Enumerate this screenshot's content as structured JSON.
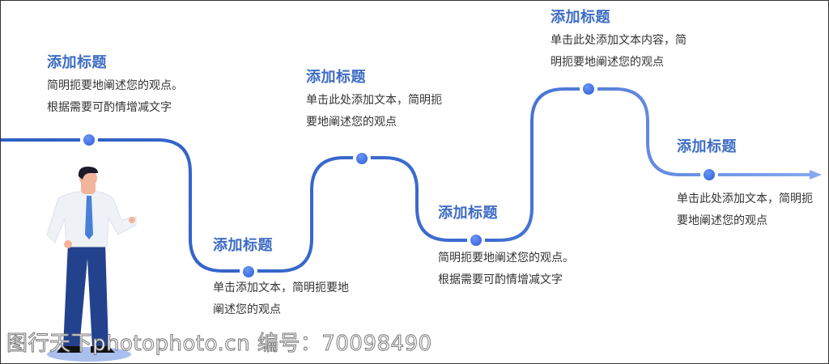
{
  "colors": {
    "line_start": "#2f5fc4",
    "line_end": "#7fa3ec",
    "title": "#3d6cc4",
    "node": "#3b6fe0"
  },
  "steps": [
    {
      "title": "添加标题",
      "lines": [
        "简明扼要地阐述您的观点。",
        "根据需要可酌情增减文字"
      ]
    },
    {
      "title": "添加标题",
      "lines": [
        "单击添加文本，简明扼要地",
        "阐述您的观点"
      ]
    },
    {
      "title": "添加标题",
      "lines": [
        "单击此处添加文本，简明扼",
        "要地阐述您的观点"
      ]
    },
    {
      "title": "添加标题",
      "lines": [
        "简明扼要地阐述您的观点。",
        "根据需要可酌情增减文字"
      ]
    },
    {
      "title": "添加标题",
      "lines": [
        "单击此处添加文本内容，简",
        "明扼要地阐述您的观点"
      ]
    },
    {
      "title": "添加标题",
      "lines": [
        "单击此处添加文本，简明扼",
        "要地阐述您的观点"
      ]
    }
  ],
  "watermark": "图行天下photophoto.cn 编号：70098490"
}
